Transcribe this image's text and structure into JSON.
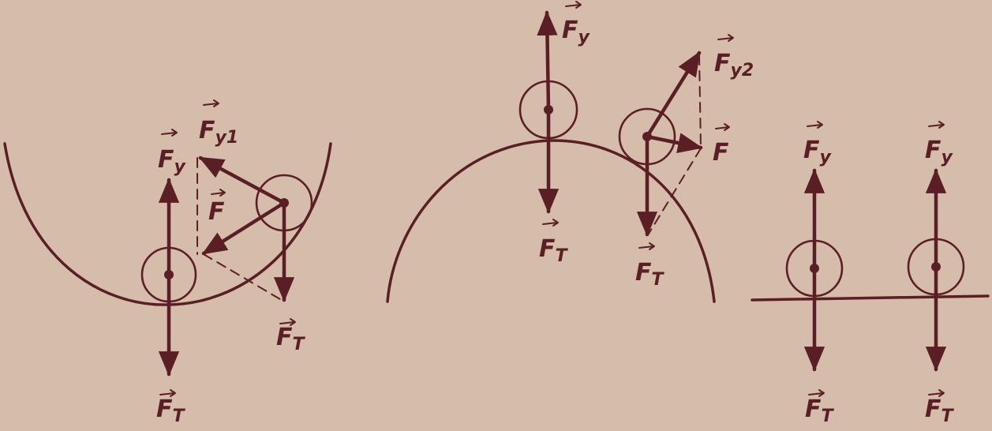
{
  "colors": {
    "background": "#d6bcaa",
    "ink": "#5a1f25"
  },
  "panels": {
    "left": {
      "labels": {
        "fy1": {
          "main": "F",
          "sub": "y1"
        },
        "fy": {
          "main": "F",
          "sub": "y"
        },
        "f": {
          "main": "F",
          "sub": ""
        },
        "ft_right": {
          "main": "F",
          "sub": "T"
        },
        "ft_bottom": {
          "main": "F",
          "sub": "T"
        }
      }
    },
    "middle": {
      "labels": {
        "fy": {
          "main": "F",
          "sub": "y"
        },
        "fy2": {
          "main": "F",
          "sub": "y2"
        },
        "f": {
          "main": "F",
          "sub": ""
        },
        "ft_left": {
          "main": "F",
          "sub": "T"
        },
        "ft_right": {
          "main": "F",
          "sub": "T"
        }
      }
    },
    "right": {
      "labels": {
        "fy_a": {
          "main": "F",
          "sub": "y"
        },
        "fy_b": {
          "main": "F",
          "sub": "y"
        },
        "ft_a": {
          "main": "F",
          "sub": "T"
        },
        "ft_b": {
          "main": "F",
          "sub": "T"
        }
      }
    }
  }
}
